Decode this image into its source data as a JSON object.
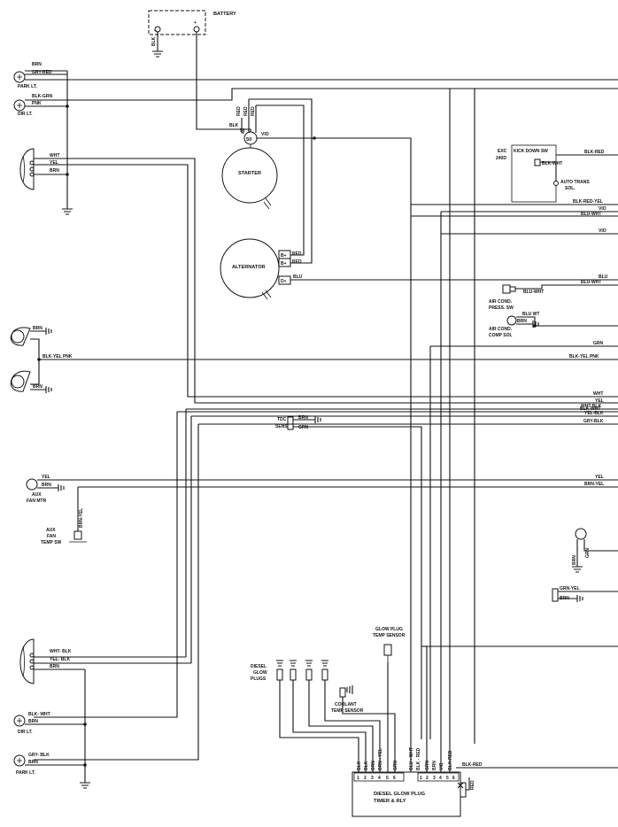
{
  "components": {
    "battery": "BATTERY",
    "starter": "STARTER",
    "alternator": "ALTERNATOR",
    "park_lt_top": "PARK LT.",
    "dir_lt_top": "DIR LT.",
    "park_lt_bottom": "PARK LT.",
    "dir_lt_bottom": "DIR LT.",
    "exc_240d": [
      "EXC",
      "240D"
    ],
    "kick_down_sw": "KICK DOWN SW",
    "auto_trans_sol": [
      "AUTO TRANS",
      "SOL."
    ],
    "air_cond_press_sw": [
      "AIR COND.",
      "PRESS. SW"
    ],
    "air_cond_comp_sol": [
      "AIR COND.",
      "COMP SOL"
    ],
    "tdc_sens": [
      "TDC",
      "SENS"
    ],
    "aux_fan_mtr": [
      "AUX",
      "FAN MTR"
    ],
    "aux_fan_temp_sw": [
      "AUX",
      "FAN",
      "TEMP SW"
    ],
    "glow_plug_temp_sensor": [
      "GLOW PLUG",
      "TEMP SENSOR"
    ],
    "diesel_glow_plugs": [
      "DIESEL",
      "GLOW",
      "PLUGS"
    ],
    "coolant_temp_sensor": [
      "COOLANT",
      "TEMP SENSOR"
    ],
    "glow_plug_relay": [
      "DIESEL GLOW PLUG",
      "TIMER & RLY"
    ]
  },
  "terminals": {
    "starter_50": "50",
    "alt_b_plus_1": "B+",
    "alt_b_plus_2": "B+",
    "alt_d_plus": "D+",
    "relay_pins": [
      "1",
      "2",
      "3",
      "4",
      "5",
      "6",
      "1",
      "2",
      "3",
      "4",
      "5",
      "6"
    ]
  },
  "wires": {
    "battery_gnd": "BLK",
    "park_top_1": "BRN",
    "park_top_2": "GRY-RED",
    "dir_top_1": "BLK-GRN",
    "dir_top_2": "PNK",
    "headlamp_top_1": "WHT",
    "headlamp_top_2": "YEL",
    "headlamp_top_3": "BRN",
    "starter_red_1": "RED",
    "starter_red_2": "RED",
    "starter_red_3": "RED",
    "starter_blk": "BLK",
    "starter_50_wire": "50",
    "starter_vio": "VIO",
    "alt_red_1": "RED",
    "alt_red_2": "RED",
    "alt_blu": "BLU",
    "kick_blk_red": "BLK-RED",
    "kick_blk_wht": "BLK-WHT",
    "right_blk_red_yel": "BLK-RED-YEL",
    "right_vio": "VIO",
    "right_blu_wht": "BLU-WHT",
    "right_vio_2": "VIO",
    "right_blu": "BLU",
    "right_blu_wht_2": "BLU-WHT",
    "press_sw_blu_wht": "BLU-WHT",
    "comp_sol_blu_wt": "BLU WT",
    "comp_sol_brn": "BRN",
    "horn_brn_1": "BRN",
    "horn_blk_yel_pnk": "BLK-YEL PNK",
    "horn_brn_2": "BRN",
    "right_grn": "GRN",
    "right_blk_yel_pnk": "BLK-YEL PNK",
    "right_wht": "WHT",
    "right_yel": "YEL",
    "right_blk_wht": "BLK-WHT",
    "tdc_brn": "BRN",
    "tdc_grn": "GRN",
    "right_wht_blk": "WHT-BLK",
    "right_yel_blk": "YEL-BLK",
    "right_gry_blk": "GRY-BLK",
    "fan_yel": "YEL",
    "fan_brn": "BRN",
    "right_yel_2": "YEL",
    "right_brn_yel": "BRN-YEL",
    "fan_sw_brn_yel": "BRN-YEL",
    "bottom_right_brn": "BRN",
    "bottom_right_grn": "GRN",
    "bottom_right_grn_yel": "GRN-YEL",
    "bottom_right_brn_2": "BRN",
    "headlamp_bot_1": "WHT- BLK",
    "headlamp_bot_2": "YEL- BLK",
    "headlamp_bot_3": "BRN",
    "dir_bot_1": "BLK- WHT",
    "dir_bot_2": "BRN",
    "park_bot_1": "GRY- BLK",
    "park_bot_2": "BRN",
    "relay_1": "BLK",
    "relay_2": "BLK",
    "relay_3": "BRN",
    "relay_4": "BRN - YEL",
    "relay_5": "GRN",
    "relay_6": "BLU - WHT",
    "relay_7": "BLK - RED",
    "relay_8": "GRN",
    "relay_9": "BRN",
    "relay_10": "VIO",
    "relay_11": "BLK-RED",
    "relay_12": "BLK-RED",
    "relay_13": "RED"
  }
}
